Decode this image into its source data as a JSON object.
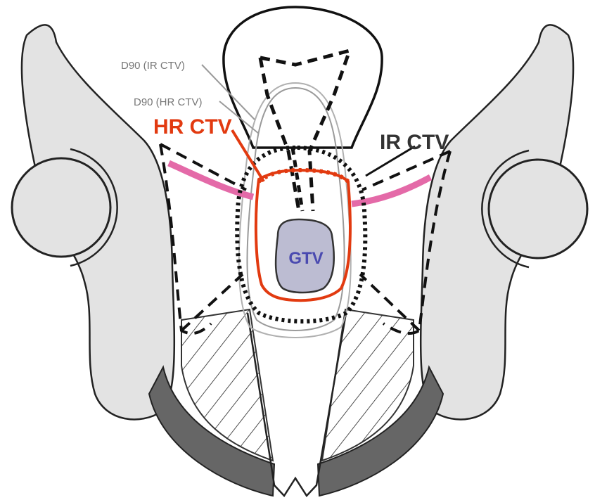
{
  "labels": {
    "d90_ir_ctv": "D90 (IR CTV)",
    "d90_hr_ctv": "D90 (HR CTV)",
    "hr_ctv": "HR CTV",
    "ir_ctv": "IR CTV",
    "gtv": "GTV"
  },
  "colors": {
    "bone": "#e3e3e3",
    "dark_band": "#666666",
    "hr_ctv": "#e23a10",
    "pink_band": "#e46aa8",
    "gtv_fill": "#bcbcd2",
    "gtv_text": "#4a4ab0",
    "outline": "#111111",
    "thin_line": "#8a8a8a"
  }
}
